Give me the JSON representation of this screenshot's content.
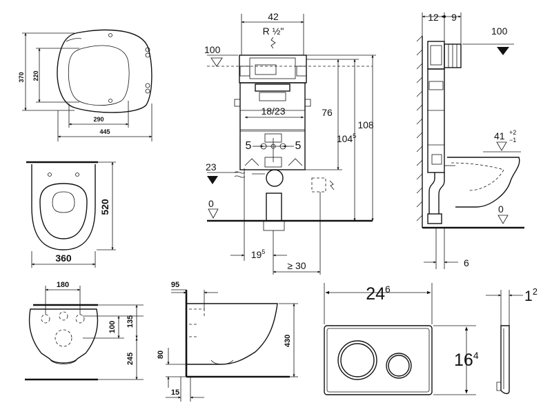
{
  "seat": {
    "d370": "370",
    "d220": "220",
    "d290": "290",
    "d445": "445"
  },
  "bowl_top": {
    "d520": "520",
    "d360": "360"
  },
  "frame": {
    "d42": "42",
    "pipe_r": "R ½\"",
    "d100": "100",
    "d76": "76",
    "d104_main": "104",
    "d104_sup": "5",
    "d108": "108",
    "d18_23": "18/23",
    "d5_left": "5",
    "d5_right": "5",
    "d23": "23",
    "d0": "0",
    "d19_main": "19",
    "d19_sup": "5",
    "d30": "≥ 30"
  },
  "side": {
    "d12": "12",
    "d9": "9",
    "d100": "100",
    "d41": "41",
    "tol_plus": "+2",
    "tol_minus": "−1",
    "d0": "0",
    "d6": "6"
  },
  "front": {
    "d180": "180",
    "d135": "135",
    "d100": "100",
    "d245": "245"
  },
  "profile": {
    "d95": "95",
    "d80": "80",
    "d430": "430",
    "d15": "15"
  },
  "plate": {
    "w_main": "24",
    "w_sup": "6",
    "h_main": "16",
    "h_sup": "4",
    "depth_main": "1",
    "depth_sup": "2"
  }
}
